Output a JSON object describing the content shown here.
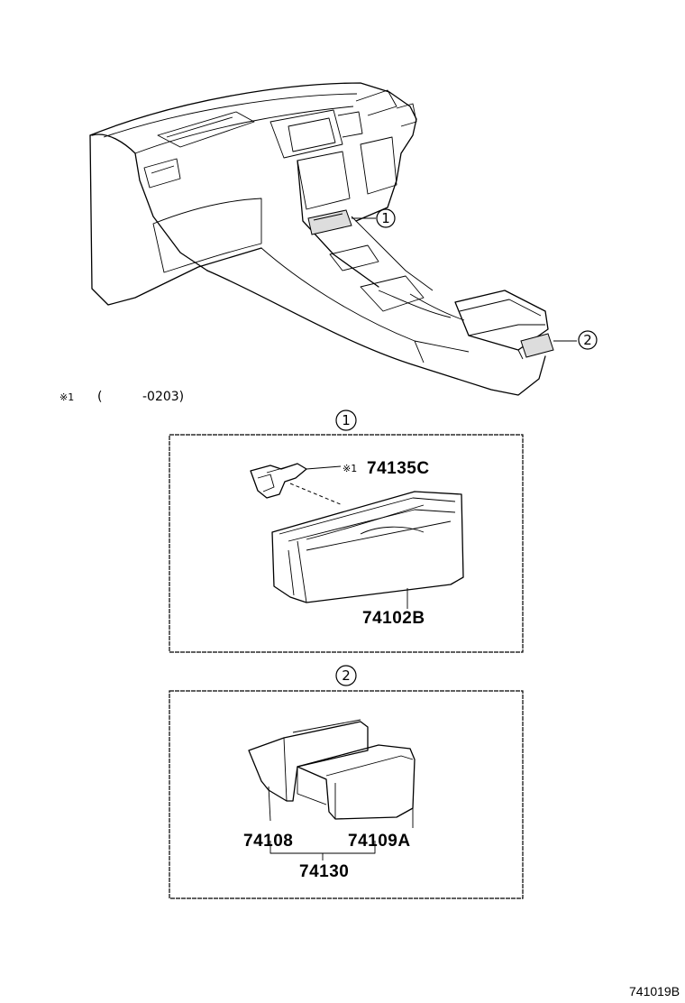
{
  "callouts": {
    "overview_1": "1",
    "overview_2": "2",
    "section1": "1",
    "section2": "2"
  },
  "note": {
    "mark": "※1",
    "open_paren": "(",
    "date": "-0203)"
  },
  "section1": {
    "part_mark": "※1",
    "part_a": "74135C",
    "part_b": "74102B"
  },
  "section2": {
    "part_a": "74108",
    "part_b": "74109A",
    "assembly": "74130"
  },
  "diagram_code": "741019B"
}
